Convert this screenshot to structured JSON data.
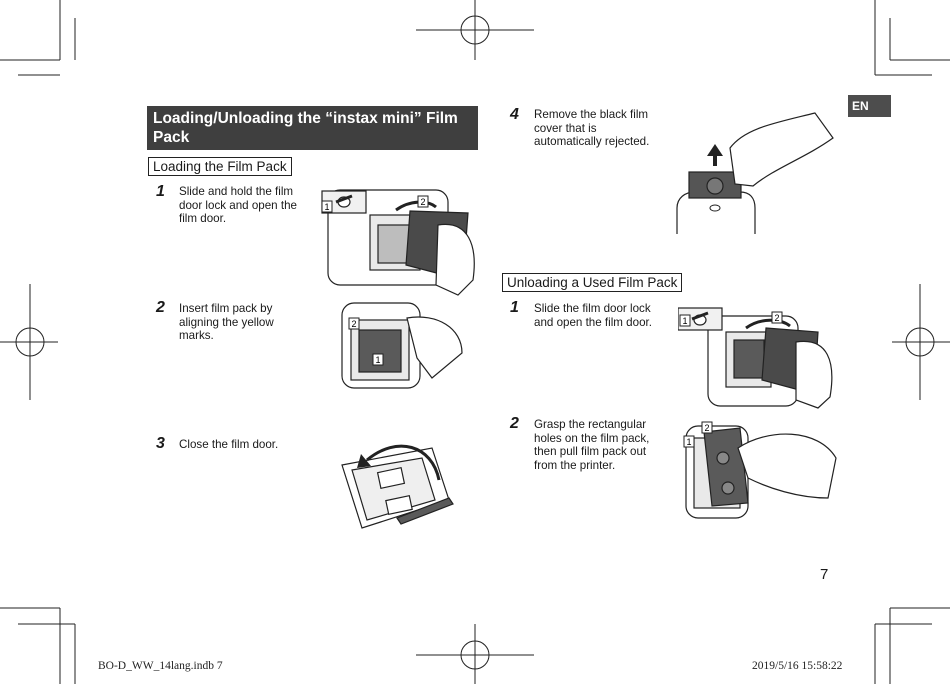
{
  "header": {
    "language_badge": "EN"
  },
  "section": {
    "title": "Loading/Unloading the “instax mini” Film Pack"
  },
  "loading": {
    "heading": "Loading the Film Pack",
    "steps": [
      {
        "number": "1",
        "text": "Slide and hold the film door lock and open the film door."
      },
      {
        "number": "2",
        "text": "Insert film pack by aligning the yellow marks."
      },
      {
        "number": "3",
        "text": "Close the film door."
      },
      {
        "number": "4",
        "text": "Remove the black film cover that is automatically rejected."
      }
    ]
  },
  "unloading": {
    "heading": "Unloading a Used Film Pack",
    "steps": [
      {
        "number": "1",
        "text": "Slide the film door lock and open the film door."
      },
      {
        "number": "2",
        "text": "Grasp the rectangular holes on the film pack, then pull film pack out from the printer."
      }
    ]
  },
  "illustration_callouts": {
    "one": "1",
    "two": "2"
  },
  "page_number": "7",
  "footer": {
    "file": "BO-D_WW_14lang.indb   7",
    "timestamp": "2019/5/16   15:58:22"
  }
}
